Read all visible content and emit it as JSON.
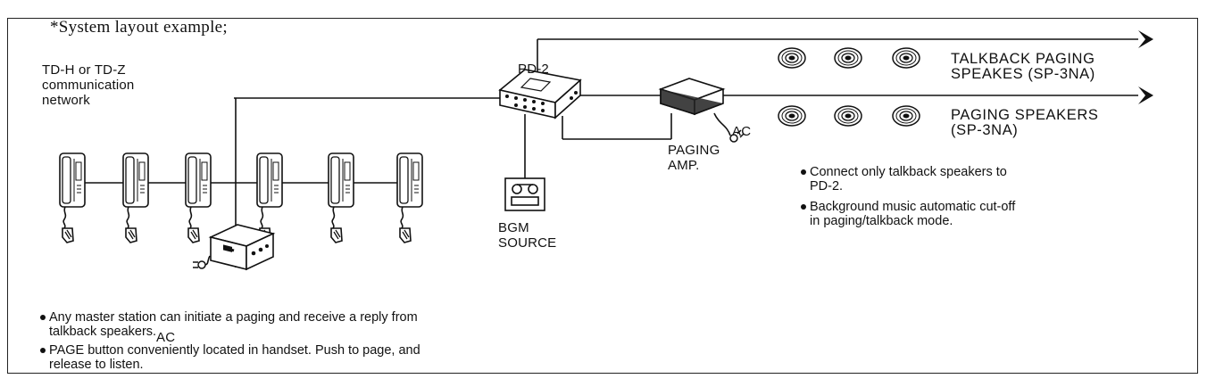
{
  "title": "*System layout example;",
  "network_label": "TD-H or TD-Z\ncommunication\nnetwork",
  "pd2_label": "PD-2",
  "ac_label_left": "AC",
  "ac_label_right": "AC",
  "paging_amp_label": "PAGING\nAMP.",
  "bgm_label": "BGM\nSOURCE",
  "talkback_label": "TALKBACK PAGING\nSPEAKES (SP-3NA)",
  "paging_speakers_label": "PAGING SPEAKERS\n(SP-3NA)",
  "right_notes": [
    "Connect only talkback speakers to\nPD-2.",
    "Background music automatic cut-off\nin paging/talkback mode."
  ],
  "bottom_notes": [
    "Any master station can initiate a paging and receive a reply from\ntalkback speakers.",
    "PAGE button conveniently located in handset. Push to page, and\nrelease to listen."
  ],
  "icons": {
    "master_station": "intercom-handset-station-icon",
    "speaker": "ceiling-speaker-icon",
    "pd2": "paging-adapter-icon",
    "amp": "paging-amplifier-icon",
    "bgm": "tape-deck-icon",
    "power": "power-supply-icon"
  }
}
